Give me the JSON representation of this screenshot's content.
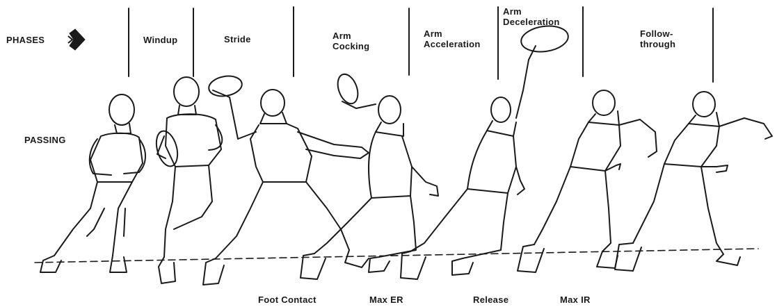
{
  "header": {
    "phases_label": "PHASES",
    "phases_arrow_icon": "right-arrow-icon"
  },
  "phases": [
    {
      "key": "windup",
      "label": "Windup"
    },
    {
      "key": "stride",
      "label": "Stride"
    },
    {
      "key": "arm_cocking",
      "label": "Arm\nCocking"
    },
    {
      "key": "arm_acceleration",
      "label": "Arm\nAcceleration"
    },
    {
      "key": "arm_deceleration",
      "label": "Arm\nDeceleration"
    },
    {
      "key": "follow_through",
      "label": "Follow-\nthrough"
    }
  ],
  "activity_label": "PASSING",
  "events": [
    {
      "key": "foot_contact",
      "label": "Foot Contact"
    },
    {
      "key": "max_er",
      "label": "Max ER"
    },
    {
      "key": "release",
      "label": "Release"
    },
    {
      "key": "max_ir",
      "label": "Max IR"
    }
  ],
  "colors": {
    "ink": "#1a1a1a",
    "background": "#ffffff"
  }
}
